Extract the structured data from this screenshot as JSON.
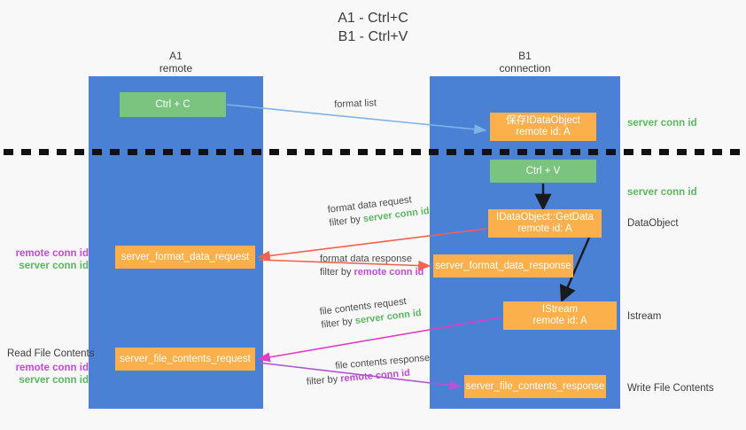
{
  "title": {
    "line1": "A1 - Ctrl+C",
    "line2": "B1 - Ctrl+V"
  },
  "columns": [
    {
      "name": "A1",
      "sub": "remote",
      "color": "#4a81d4"
    },
    {
      "name": "B1",
      "sub": "connection",
      "color": "#4a81d4"
    }
  ],
  "colors": {
    "column_blue": "#4a81d4",
    "node_green": "#7ac47f",
    "node_orange": "#fbb04c",
    "server_conn_green": "#5cb860",
    "remote_conn_purple": "#c24bd6",
    "arrow_lightblue": "#7fb3e8",
    "arrow_red": "#f4614e",
    "arrow_magenta": "#e23bc6",
    "arrow_purple": "#b453d6",
    "arrow_black": "#1a1a1a",
    "background": "#f8f8f8",
    "text_dark": "#3c3c3c"
  },
  "nodes": {
    "ctrl_c": {
      "line1": "Ctrl + C"
    },
    "save_idataobject": {
      "line1": "保存IDataObject",
      "line2": "remote id: A"
    },
    "ctrl_v": {
      "line1": "Ctrl + V"
    },
    "getdata": {
      "line1": "IDataObject::GetData",
      "line2": "remote id: A"
    },
    "format_data_request": {
      "line1": "server_format_data_request"
    },
    "format_data_response": {
      "line1": "server_format_data_response"
    },
    "istream": {
      "line1": "IStream",
      "line2": "remote id: A"
    },
    "file_contents_request": {
      "line1": "server_file_contents_request"
    },
    "file_contents_response": {
      "line1": "server_file_contents_response"
    }
  },
  "side_labels": {
    "top_server_conn": "server conn id",
    "ctrlv_server_conn": "server conn id",
    "dataobject": "DataObject",
    "istream": "Istream",
    "write_file_contents": "Write File Contents",
    "left_remote_conn_1": "remote conn id",
    "left_server_conn_1": "server conn id",
    "read_file_contents": "Read File Contents",
    "left_remote_conn_2": "remote conn id",
    "left_server_conn_2": "server conn id"
  },
  "arrow_labels": {
    "format_list": {
      "main": "format list"
    },
    "format_data_request": {
      "main": "format data request",
      "filter_prefix": "filter by ",
      "filter_key": "server conn id",
      "filter_color": "#5cb860"
    },
    "format_data_response": {
      "main": "format data response",
      "filter_prefix": "filter by ",
      "filter_key": "remote conn id",
      "filter_color": "#c24bd6"
    },
    "file_contents_request": {
      "main": "file contents request",
      "filter_prefix": "filter by ",
      "filter_key": "server conn id",
      "filter_color": "#5cb860"
    },
    "file_contents_response": {
      "main": "file contents response",
      "filter_prefix": "filter by ",
      "filter_key": "remote conn id",
      "filter_color": "#c24bd6"
    }
  }
}
